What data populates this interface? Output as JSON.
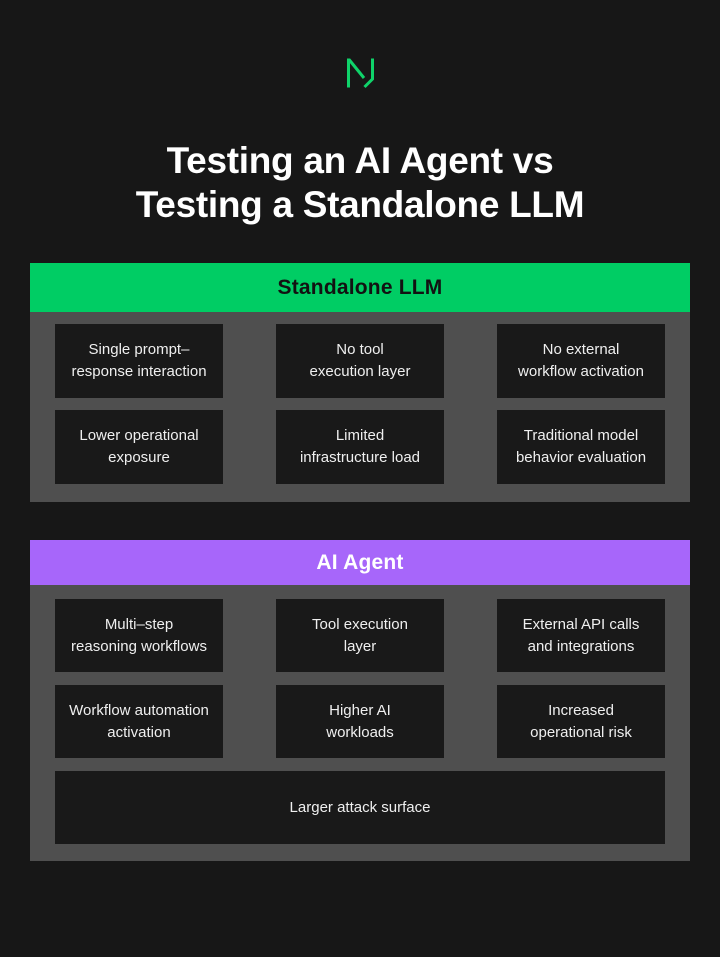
{
  "title": {
    "line1": "Testing an AI Agent vs",
    "line2": "Testing a Standalone LLM"
  },
  "logo": {
    "icon": "n-logo-icon",
    "color": "#0FD36A"
  },
  "colors": {
    "background": "#171717",
    "panel_gray": "#4F4F4F",
    "card_dark": "#191919",
    "card_text": "#EFEFEF",
    "green_accent": "#00CD64",
    "green_header_text": "#121212",
    "purple_accent": "#A766FA",
    "purple_header_text": "#FFFFFF",
    "title_text": "#FFFFFF"
  },
  "sections": {
    "standalone_llm": {
      "header": "Standalone LLM",
      "cards": [
        {
          "text": "Single prompt–\nresponse interaction"
        },
        {
          "text": "No tool\nexecution layer"
        },
        {
          "text": "No external\nworkflow activation"
        },
        {
          "text": "Lower operational\nexposure"
        },
        {
          "text": "Limited\ninfrastructure load"
        },
        {
          "text": "Traditional model\nbehavior evaluation"
        }
      ]
    },
    "ai_agent": {
      "header": "AI Agent",
      "cards": [
        {
          "text": "Multi–step\nreasoning workflows"
        },
        {
          "text": "Tool execution\nlayer"
        },
        {
          "text": "External API calls\nand integrations"
        },
        {
          "text": "Workflow automation\nactivation"
        },
        {
          "text": "Higher AI\nworkloads"
        },
        {
          "text": "Increased\noperational risk"
        }
      ],
      "wide_card": {
        "text": "Larger attack surface"
      }
    }
  }
}
